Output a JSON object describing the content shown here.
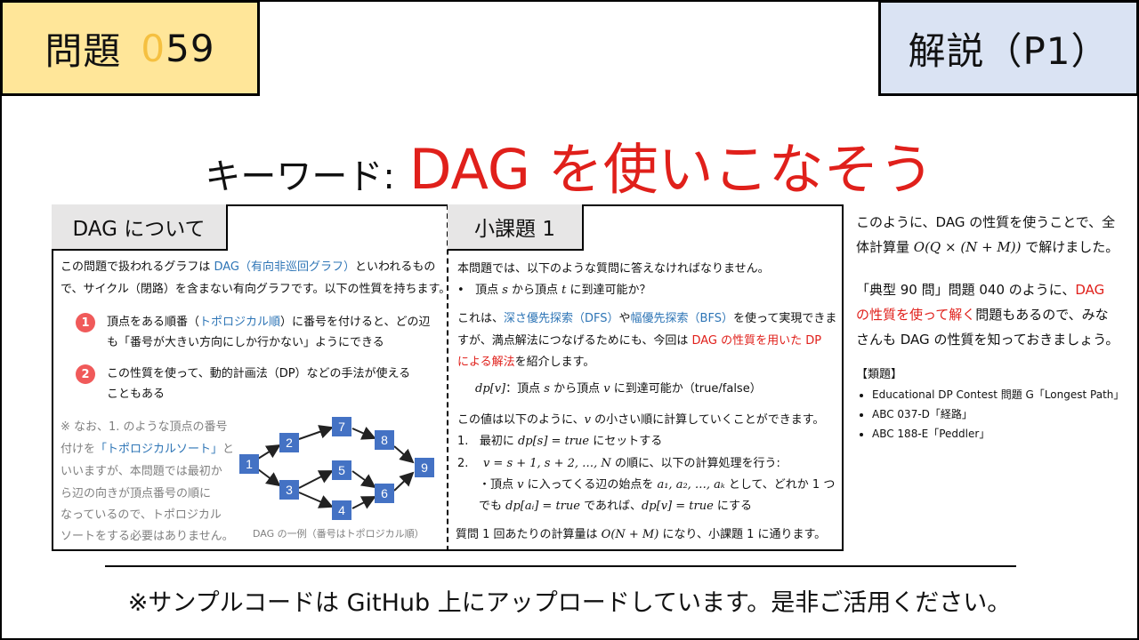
{
  "header": {
    "problem_label": "問題",
    "problem_num_ghost": "0",
    "problem_num": "59",
    "section_label": "解説（P1）"
  },
  "keyword": {
    "lead": "キーワード:",
    "main": "DAG を使いこなそう"
  },
  "left": {
    "tab": "DAG について",
    "intro_1": "この問題で扱われるグラフは ",
    "intro_dag": "DAG（有向非巡回グラフ）",
    "intro_2": "といわれるもの",
    "intro_3": "で、サイクル（閉路）を含まない有向グラフです。以下の性質を持ちます。",
    "point1_num": "1",
    "point1_a": "頂点をある順番（",
    "point1_topo": "トポロジカル順",
    "point1_b": "）に番号を付けると、どの辺",
    "point1_c": "も「番号が大きい方向にしか行かない」ようにできる",
    "point2_num": "2",
    "point2_a": "この性質を使って、動的計画法（DP）などの手法が使える",
    "point2_b": "こともある",
    "note_1": "※ なお、1. のような頂点の番号",
    "note_2a": "付けを",
    "note_2topo": "「トポロジカルソート」",
    "note_2b": "と",
    "note_3": "いいますが、本問題では最初か",
    "note_4": "ら辺の向きが頂点番号の順に",
    "note_5": "なっているので、トポロジカル",
    "note_6": "ソートをする必要はありません。",
    "graph_caption": "DAG の一例（番号はトポロジカル順）",
    "nodes": [
      "1",
      "2",
      "3",
      "4",
      "5",
      "6",
      "7",
      "8",
      "9"
    ]
  },
  "mid": {
    "tab": "小課題 1",
    "l1": "本問題では、以下のような質問に答えなければなりません。",
    "l2_bullet": "•",
    "l2a": "頂点 ",
    "l2_s": "s",
    "l2b": " から頂点 ",
    "l2_t": "t",
    "l2c": " に到達可能か？",
    "l3a": "これは、",
    "l3_dfs": "深さ優先探索（DFS）",
    "l3b": "や",
    "l3_bfs": "幅優先探索（BFS）",
    "l3c": "を使って実現できま",
    "l4a": "すが、満点解法につなげるためにも、今回は ",
    "l4_red": "DAG の性質を用いた DP",
    "l5_red": "による解法",
    "l5b": "を紹介します。",
    "def_math": "dp[v]",
    "def_a": "：頂点 ",
    "def_s": "s",
    "def_b": " から頂点 ",
    "def_v": "v",
    "def_c": " に到達可能か（true/false）",
    "l6a": "この値は以下のように、",
    "l6_v": "v",
    "l6b": " の小さい順に計算していくことができます。",
    "s1_num": "1.",
    "s1a": "最初に ",
    "s1_math": "dp[s] = true",
    "s1b": " にセットする",
    "s2_num": "2.",
    "s2_math": "v = s + 1, s + 2, …, N",
    "s2b": " の順に、以下の計算処理を行う:",
    "s3a": "・頂点 ",
    "s3_v": "v",
    "s3b": " に入ってくる辺の始点を ",
    "s3_math": "a₁, a₂, …, aₖ",
    "s3c": " として、どれか 1 つ",
    "s4a": "でも ",
    "s4_math1": "dp[aᵢ] = true",
    "s4b": " であれば、",
    "s4_math2": "dp[v] = true",
    "s4c": " にする",
    "l7a": "質問 1 回あたりの計算量は ",
    "l7_math": "O(N + M)",
    "l7b": " になり、小課題 1 に通ります。"
  },
  "right": {
    "p1a": "このように、DAG の性質を使うことで、全",
    "p1b": "体計算量 ",
    "p1_math": "O(Q × (N + M))",
    "p1c": " で解けました。",
    "p2a": "「典型 90 問」問題 040 のように、",
    "p2_red1": "DAG",
    "p2_red2": "の性質を使って解く",
    "p2b": "問題もあるので、みな",
    "p2c": "さんも DAG の性質を知っておきましょう。",
    "related_title": "【類題】",
    "related": [
      "Educational DP Contest 問題 G「Longest Path」",
      "ABC 037-D「経路」",
      "ABC 188-E「Peddler」"
    ]
  },
  "footer": "※サンプルコードは GitHub 上にアップロードしています。是非ご活用ください。",
  "colors": {
    "accent_red": "#e0201b",
    "accent_blue": "#2e75b6",
    "node_blue": "#4472c4",
    "badge_yellow": "#ffe699",
    "badge_blue": "#dae3f3"
  }
}
